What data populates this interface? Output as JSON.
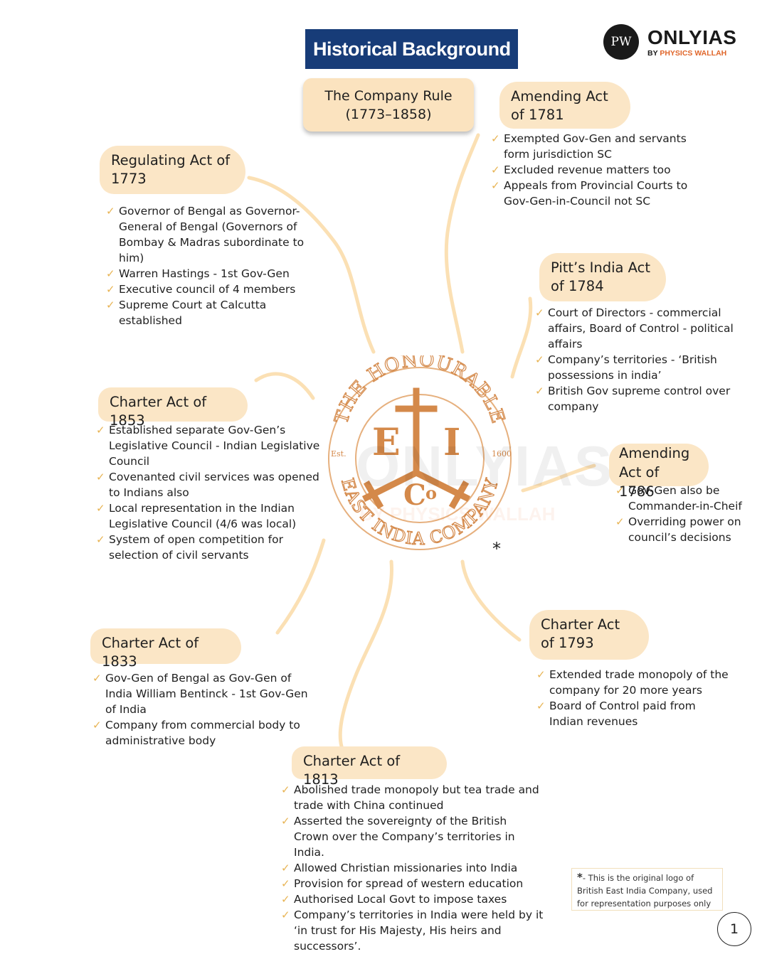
{
  "header": {
    "title": "Historical Background",
    "brand_name": "ONLYIAS",
    "brand_sub_prefix": "BY ",
    "brand_sub_name": "PHYSICS WALLAH",
    "pw_mark": "PW"
  },
  "center": {
    "company_rule": "The Company Rule",
    "period": "(1773–1858)",
    "emblem": {
      "top_text": "THE HONOURABLE",
      "bottom_text": "EAST INDIA COMPANY",
      "left_small": "Est.",
      "right_small": "1600",
      "letter_e": "E",
      "letter_i": "I",
      "letter_c": "C",
      "letter_o": "o"
    },
    "watermark_name": "ONLYIAS",
    "watermark_sub": "BY PHYSICS WALLAH"
  },
  "acts": [
    {
      "title": "Regulating Act of 1773",
      "points": [
        "Governor of Bengal as Governor-General of Bengal (Governors of Bombay & Madras subordinate to him)",
        "Warren Hastings - 1st Gov-Gen",
        "Executive council of 4 members",
        "Supreme Court at Calcutta established"
      ]
    },
    {
      "title": "Amending Act of 1781",
      "points": [
        "Exempted Gov-Gen and servants form jurisdiction SC",
        "Excluded revenue matters too",
        "Appeals from Provincial Courts to Gov-Gen-in-Council not SC"
      ]
    },
    {
      "title": "Pitt’s India Act of 1784",
      "points": [
        "Court of Directors - commercial affairs, Board of Control - political affairs",
        "Company’s territories - ‘British possessions in india’",
        "British Gov supreme control over company"
      ]
    },
    {
      "title": "Amending Act of 1786",
      "points": [
        "Gov-Gen also be Commander-in-Cheif",
        "Overriding power on council’s decisions"
      ]
    },
    {
      "title": "Charter Act of 1793",
      "points": [
        "Extended trade monopoly of the company for 20 more years",
        "Board of Control paid from Indian revenues"
      ]
    },
    {
      "title": "Charter Act of 1813",
      "points": [
        "Abolished trade monopoly but tea trade and trade with China continued",
        "Asserted the sovereignty of the British Crown over the Company’s territories in India.",
        "Allowed Christian missionaries into India",
        "Provision for spread of western education",
        "Authorised Local Govt to impose taxes",
        "Company’s territories in India were held by it ‘in trust for His Majesty, His heirs and successors’."
      ]
    },
    {
      "title": "Charter Act of 1833",
      "points": [
        "Gov-Gen of Bengal as Gov-Gen of India William Bentinck - 1st Gov-Gen of India",
        "Company from commercial body to administrative body"
      ]
    },
    {
      "title": "Charter Act of 1853",
      "points": [
        "Established separate Gov-Gen’s Legislative Council - Indian Legislative Council",
        "Covenanted civil services was opened to Indians also",
        "Local representation in the Indian Legislative Council (4/6 was local)",
        "System of open competition for selection of civil servants"
      ]
    }
  ],
  "note": {
    "star": "*",
    "text": "- This is the original logo of British East India Company, used for representation purposes only"
  },
  "page_number": "1",
  "colors": {
    "title_bg": "#173c78",
    "blob": "#fbe6c6",
    "tick": "#e8b454",
    "emblem": "#d4894a"
  }
}
